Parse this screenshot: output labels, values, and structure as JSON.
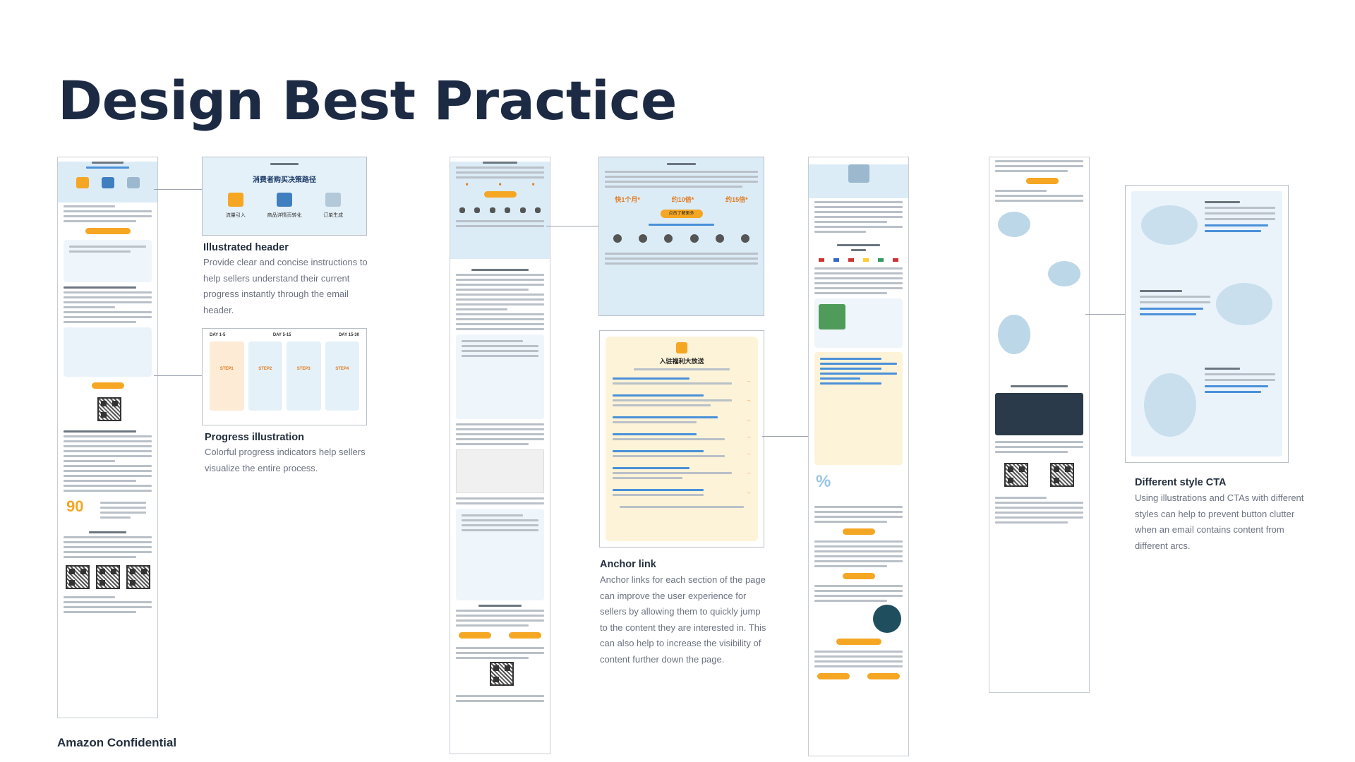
{
  "page": {
    "title": "Design Best Practice",
    "footer": "Amazon Confidential"
  },
  "colors": {
    "title": "#1d2a44",
    "accent_orange": "#f5a623",
    "header_blue": "#dcecf6",
    "link_blue": "#4a90d9",
    "caption_gray": "#6b7280",
    "anchor_card": "#fdf3d8"
  },
  "examples": [
    {
      "name": "Illustrated header",
      "description": "Provide clear and concise instructions to help sellers understand their current progress instantly through the email header."
    },
    {
      "name": "Progress illustration",
      "description": "Colorful progress indicators help sellers visualize the entire process."
    },
    {
      "name": "Anchor link",
      "description": "Anchor links for each section of the page can improve the user experience for sellers by allowing them to quickly jump to the content they are interested in. This can also help to increase the visibility of content further down the page."
    },
    {
      "name": "Different style CTA",
      "description": "Using illustrations and CTAs with different styles can help to prevent button clutter when an email contains content from different arcs."
    }
  ],
  "zoom_labels": {
    "header_title": "消费者购买决策路径",
    "header_steps": [
      "流量引入",
      "商品详情页转化",
      "订单生成"
    ],
    "progress_days": [
      "DAY 1-5",
      "DAY 5-15",
      "DAY 15-30"
    ],
    "progress_steps": [
      "STEP1",
      "STEP2",
      "STEP3",
      "STEP4"
    ],
    "anchor_card_title": "入驻福利大放送",
    "anchor_benefit_1": "约10倍*",
    "anchor_benefit_2": "约15倍*",
    "anchor_benefit_3": "快1个月*",
    "cta_button": "点击了解更多"
  }
}
